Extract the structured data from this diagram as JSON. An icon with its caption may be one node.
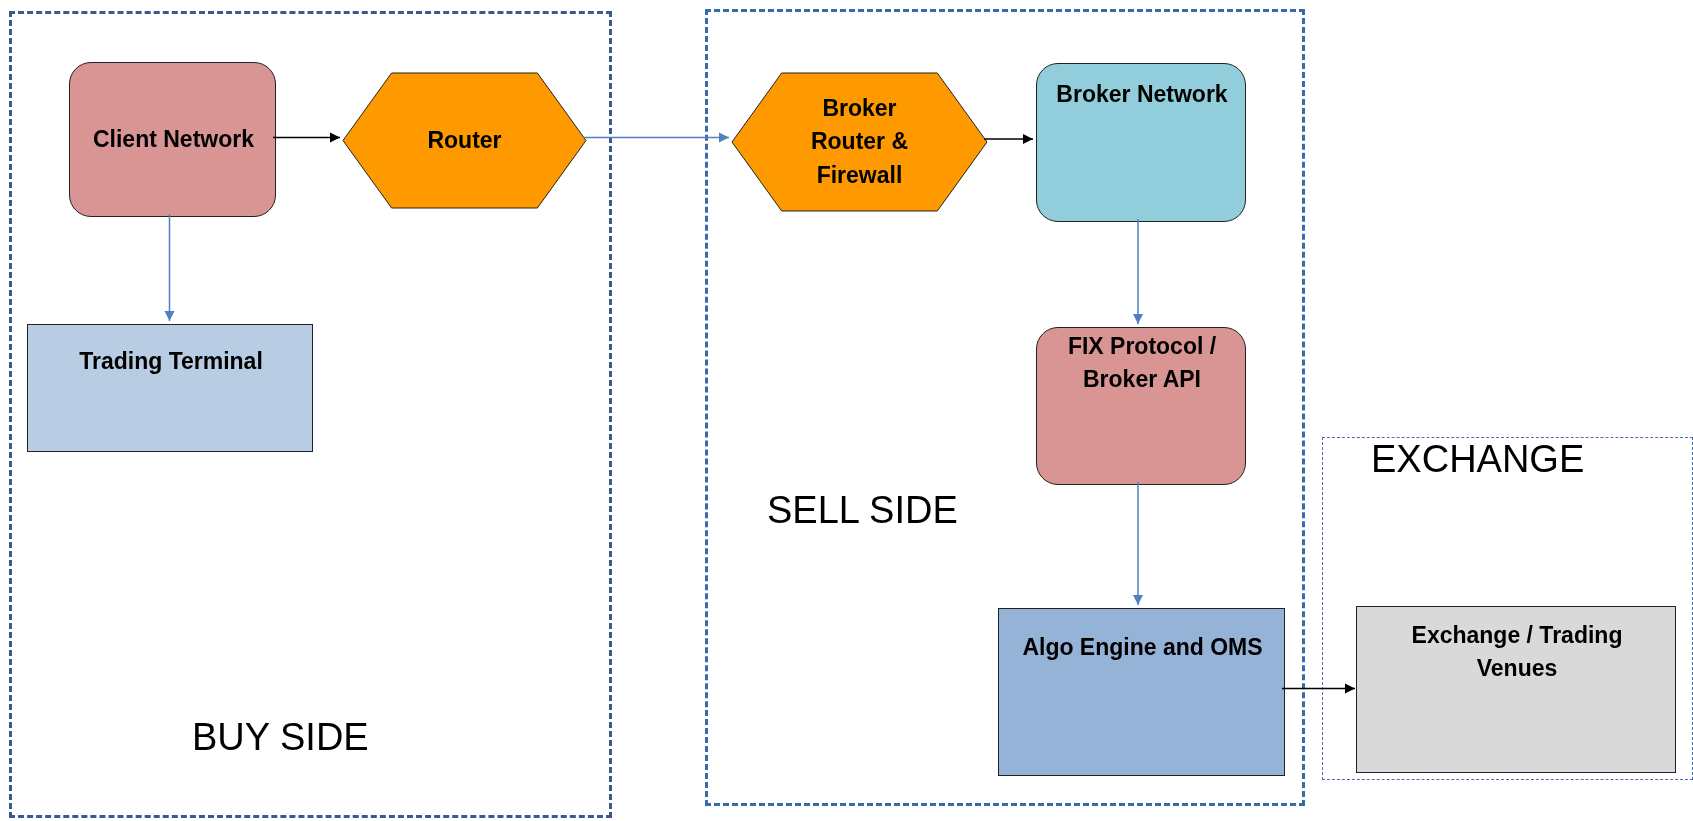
{
  "diagram": {
    "nodes": [
      {
        "text": [
          "BUY SIDE"
        ]
      },
      {
        "text": [
          "Client Network"
        ],
        "in": 0
      },
      {
        "text": [
          "Router"
        ],
        "in": 0
      },
      {
        "text": [
          "Trading Terminal"
        ],
        "in": 0
      },
      {
        "text": [
          "SELL SIDE"
        ]
      },
      {
        "text": [
          "Broker Router & Firewall"
        ],
        "in": 4
      },
      {
        "text": [
          "Broker Network"
        ],
        "in": 4
      },
      {
        "text": [
          "FIX Protocol / Broker API"
        ],
        "in": 4
      },
      {
        "text": [
          "Algo Engine and OMS"
        ],
        "in": 4
      },
      {
        "text": [
          "EXCHANGE"
        ]
      },
      {
        "text": [
          "Exchange / Trading Venues"
        ],
        "in": 9
      }
    ],
    "edges": [
      {
        "from": 1,
        "to": 2,
        "arrow": "to",
        "color": "#000000"
      },
      {
        "from": 1,
        "to": 3,
        "arrow": "to"
      },
      {
        "from": 2,
        "to": 5,
        "arrow": "to"
      },
      {
        "from": 5,
        "to": 6,
        "arrow": "to",
        "color": "#000000"
      },
      {
        "from": 6,
        "to": 7,
        "arrow": "to"
      },
      {
        "from": 7,
        "to": 8,
        "arrow": "to"
      },
      {
        "from": 8,
        "to": 10,
        "arrow": "to",
        "color": "#000000"
      }
    ]
  }
}
